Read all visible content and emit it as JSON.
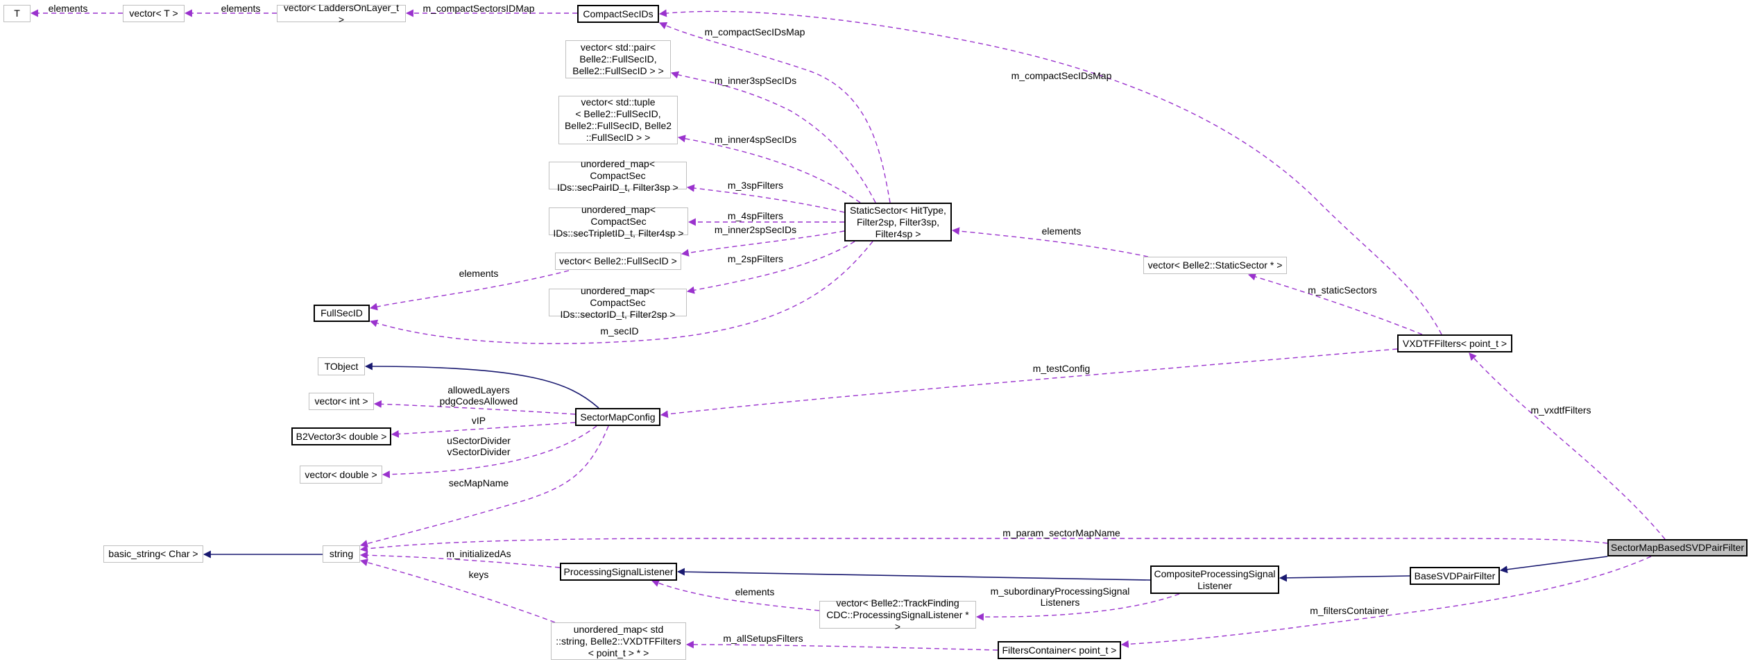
{
  "colors": {
    "usage_edge": "#9a32cd",
    "inheritance_edge": "#191970",
    "highlight_fill": "#bfbfbf"
  },
  "nodes": {
    "t": "T",
    "vector_t": "vector< T >",
    "vector_ladders": "vector< LaddersOnLayer_t >",
    "compact_sec_ids": "CompactSecIDs",
    "vector_pair": "vector< std::pair<\nBelle2::FullSecID,\nBelle2::FullSecID > >",
    "vector_tuple": "vector< std::tuple\n< Belle2::FullSecID,\nBelle2::FullSecID, Belle2\n::FullSecID > >",
    "map_sec_pair": "unordered_map< CompactSec\nIDs::secPairID_t, Filter3sp >",
    "map_sec_triplet": "unordered_map< CompactSec\nIDs::secTripletID_t, Filter4sp >",
    "vector_full_sec_id": "vector< Belle2::FullSecID >",
    "map_sector_id": "unordered_map< CompactSec\nIDs::sectorID_t, Filter2sp >",
    "full_sec_id": "FullSecID",
    "static_sector": "StaticSector< HitType,\nFilter2sp, Filter3sp,\nFilter4sp >",
    "vector_static_sector": "vector< Belle2::StaticSector * >",
    "vxdtf_filters": "VXDTFFilters< point_t >",
    "tobject": "TObject",
    "vector_int": "vector< int >",
    "b2vector3": "B2Vector3< double >",
    "vector_double": "vector< double >",
    "sector_map_config": "SectorMapConfig",
    "basic_string": "basic_string< Char >",
    "string": "string",
    "processing_signal_listener": "ProcessingSignalListener",
    "map_string_vxdtf": "unordered_map< std\n::string, Belle2::VXDTFFilters\n< point_t > * >",
    "sector_map_based_svd_pair_filter": "SectorMapBasedSVDPairFilter",
    "base_svd_pair_filter": "BaseSVDPairFilter",
    "composite_listener": "CompositeProcessingSignal\nListener",
    "vector_cdc_listener": "vector< Belle2::TrackFinding\nCDC::ProcessingSignalListener * >",
    "filters_container": "FiltersContainer< point_t >"
  },
  "edge_labels": {
    "vt_t": "elements",
    "vl_vt": "elements",
    "csi_vl": "m_compactSectorsIDMap",
    "ss_csi": "m_compactSecIDsMap",
    "vx_csi": "m_compactSecIDsMap",
    "ss_pair": "m_inner3spSecIDs",
    "ss_tuple": "m_inner4spSecIDs",
    "ss_3sp": "m_3spFilters",
    "ss_4sp": "m_4spFilters",
    "ss_inner2": "m_inner2spSecIDs",
    "ss_2sp": "m_2spFilters",
    "ss_secid": "m_secID",
    "vfs_fs": "elements",
    "vss_ss": "elements",
    "vx_vss": "m_staticSectors",
    "vx_smc": "m_testConfig",
    "smb_vx": "m_vxdtfFilters",
    "smc_vint": "allowedLayers\npdgCodesAllowed",
    "smc_b2": "vIP",
    "smc_vd": "uSectorDivider\nvSectorDivider",
    "smc_str": "secMapName",
    "smb_str": "m_param_sectorMapName",
    "psl_str": "m_initializedAs",
    "map_str": "keys",
    "vcdc_psl": "elements",
    "comp_vcdc": "m_subordinaryProcessingSignal\nListeners",
    "smb_fc": "m_filtersContainer",
    "fc_map": "m_allSetupsFilters"
  }
}
